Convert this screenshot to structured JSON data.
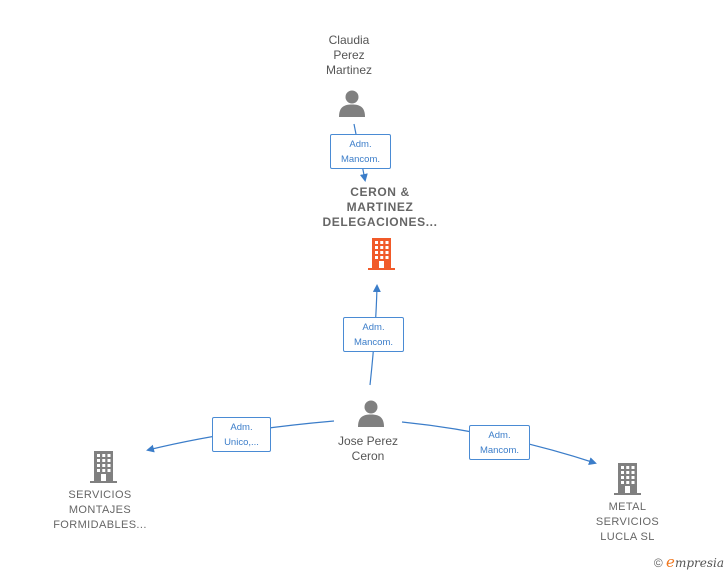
{
  "colors": {
    "edge": "#3b7dc9",
    "person_icon": "#808080",
    "company_icon": "#808080",
    "focus_company_icon": "#f15a29"
  },
  "nodes": {
    "claudia": {
      "label": "Claudia\nPerez\nMartinez",
      "icon": "person-icon"
    },
    "ceron_martinez": {
      "label": "CERON &\nMARTINEZ\nDELEGACIONES...",
      "icon": "building-icon"
    },
    "jose": {
      "label": "Jose Perez\nCeron",
      "icon": "person-icon"
    },
    "servicios_montajes": {
      "label": "SERVICIOS\nMONTAJES\nFORMIDABLES...",
      "icon": "building-icon"
    },
    "metal_servicios": {
      "label": "METAL\nSERVICIOS\nLUCLA SL",
      "icon": "building-icon"
    }
  },
  "relations": {
    "claudia_to_ceron": "Adm.\nMancom.",
    "jose_to_ceron": "Adm.\nMancom.",
    "jose_to_servicios": "Adm.\nUnico,...",
    "jose_to_metal": "Adm.\nMancom."
  },
  "watermark": {
    "copyright": "©",
    "brand_initial": "e",
    "brand_rest": "mpresia"
  }
}
